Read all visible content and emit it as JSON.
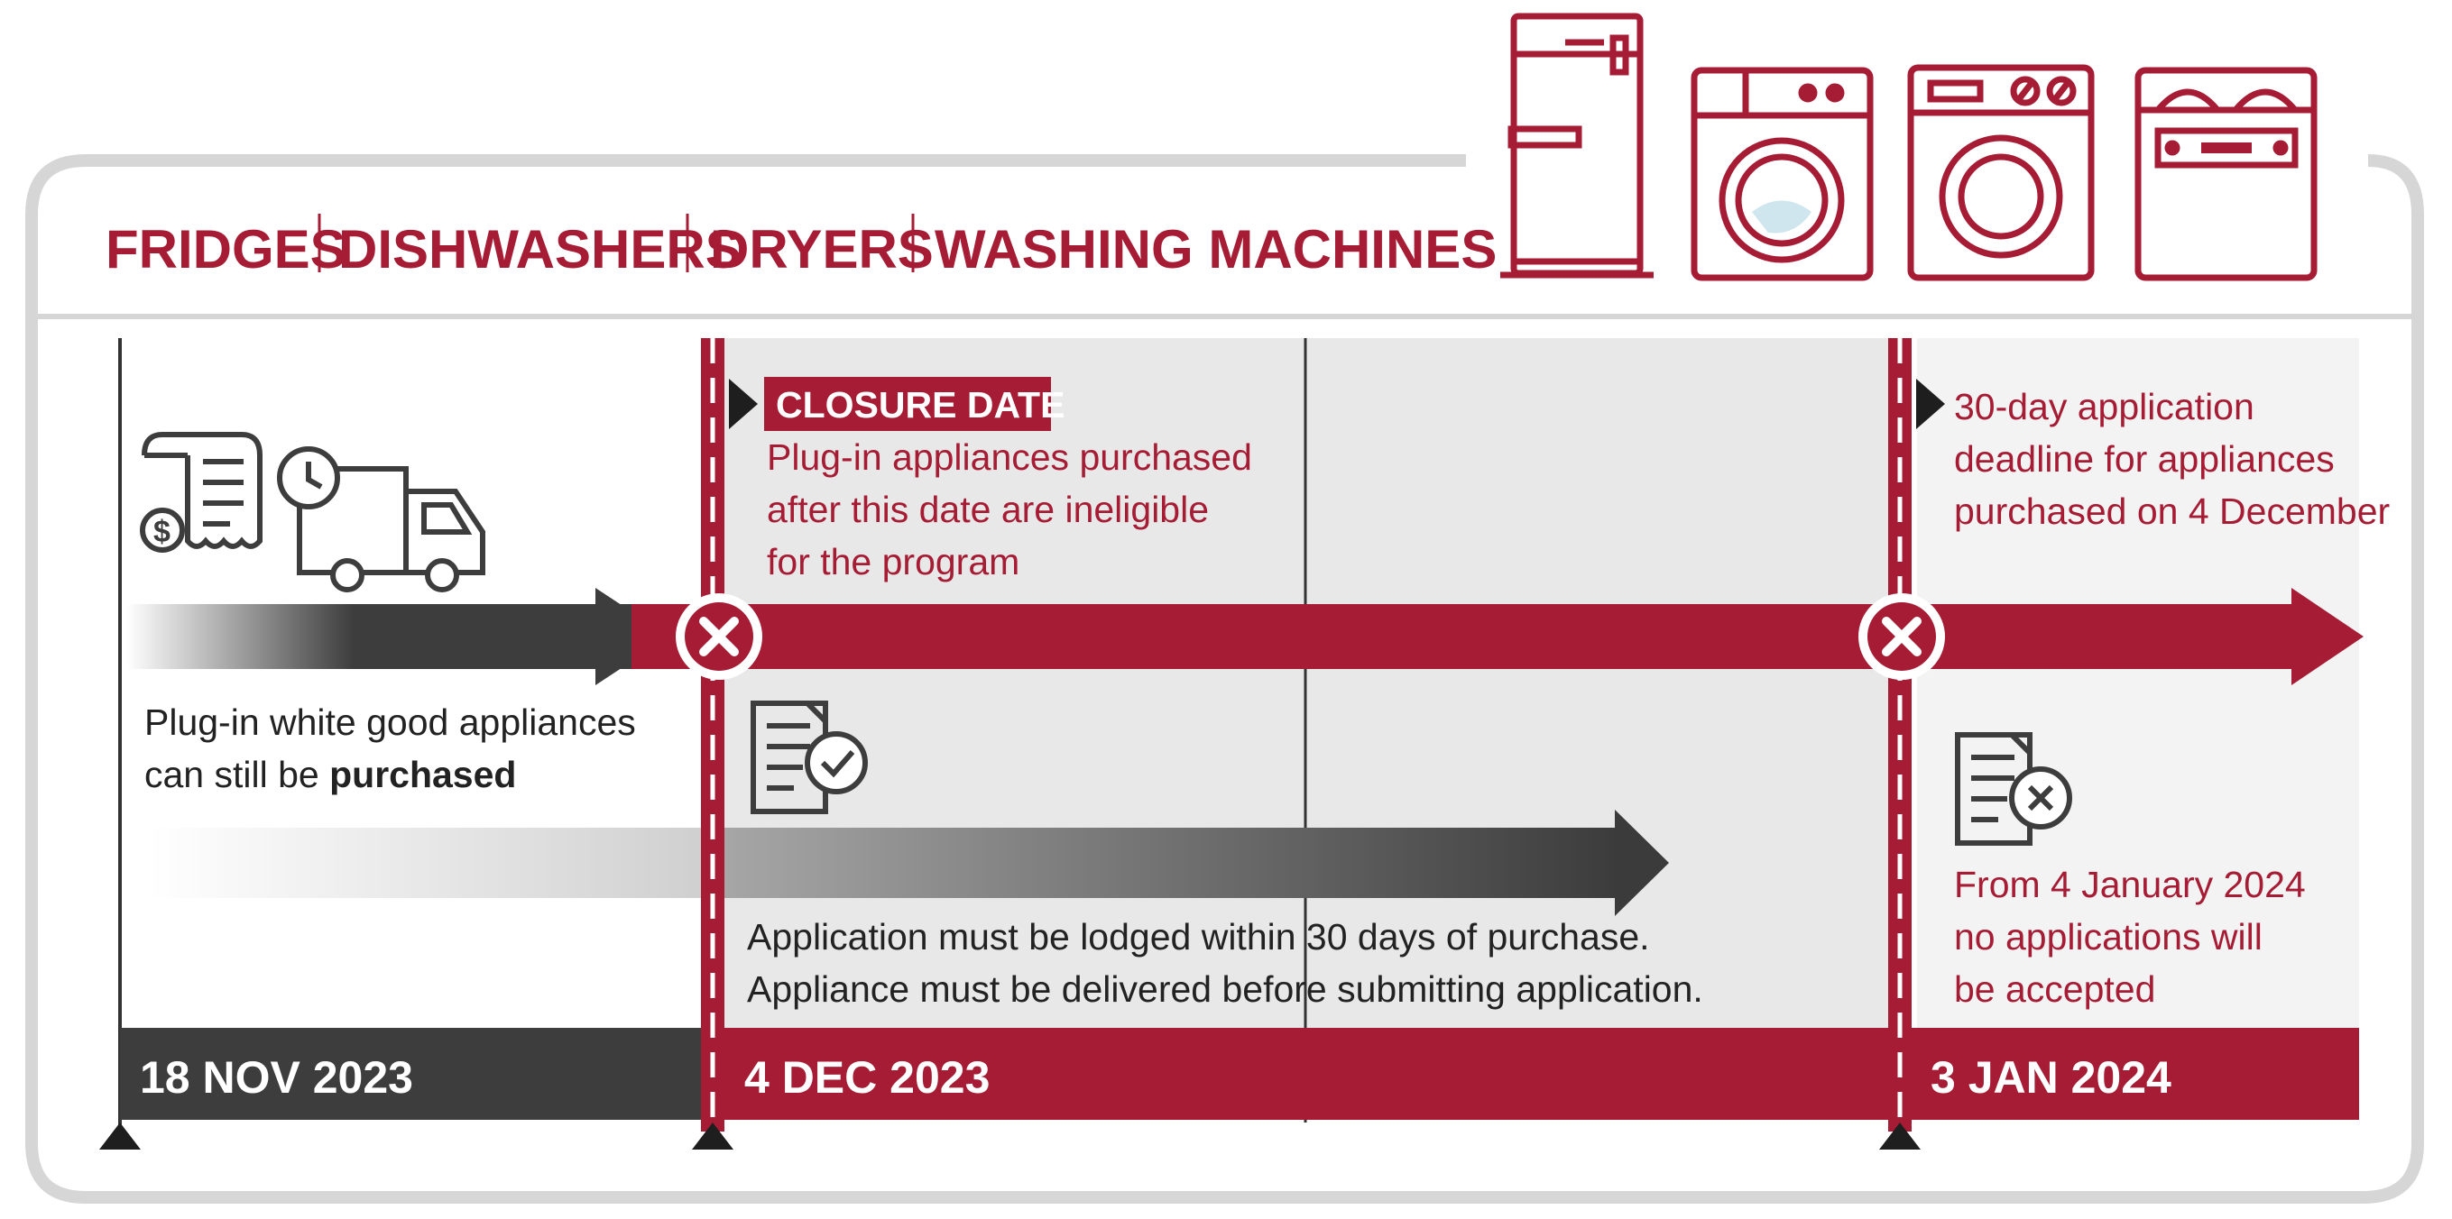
{
  "categories": [
    "FRIDGES",
    "DISHWASHERS",
    "DRYERS",
    "WASHING MACHINES"
  ],
  "appliance_icons": [
    "fridge-icon",
    "washing-machine-icon",
    "dryer-icon",
    "dishwasher-icon"
  ],
  "closure": {
    "badge": "CLOSURE DATE",
    "lines": [
      "Plug-in appliances purchased",
      "after this date are ineligible",
      "for the program"
    ]
  },
  "deadline": {
    "lines": [
      "30-day application",
      "deadline for appliances",
      "purchased on 4 December"
    ]
  },
  "purchase_note": {
    "line1": "Plug-in white good appliances",
    "line2_prefix": "can still be ",
    "line2_bold": "purchased"
  },
  "application_note": {
    "lines": [
      "Application must be lodged within 30 days of purchase.",
      "Appliance must be delivered before submitting application."
    ]
  },
  "no_applications": {
    "lines": [
      "From 4 January 2024",
      "no applications will",
      "be accepted"
    ]
  },
  "dates": {
    "start": "18 NOV 2023",
    "closure": "4 DEC 2023",
    "end": "3 JAN 2024"
  },
  "colors": {
    "brand_red": "#a61c34",
    "dark_grey": "#3d3d3d",
    "panel_grey": "#e8e8e8",
    "frame_grey": "#d6d6d6"
  }
}
